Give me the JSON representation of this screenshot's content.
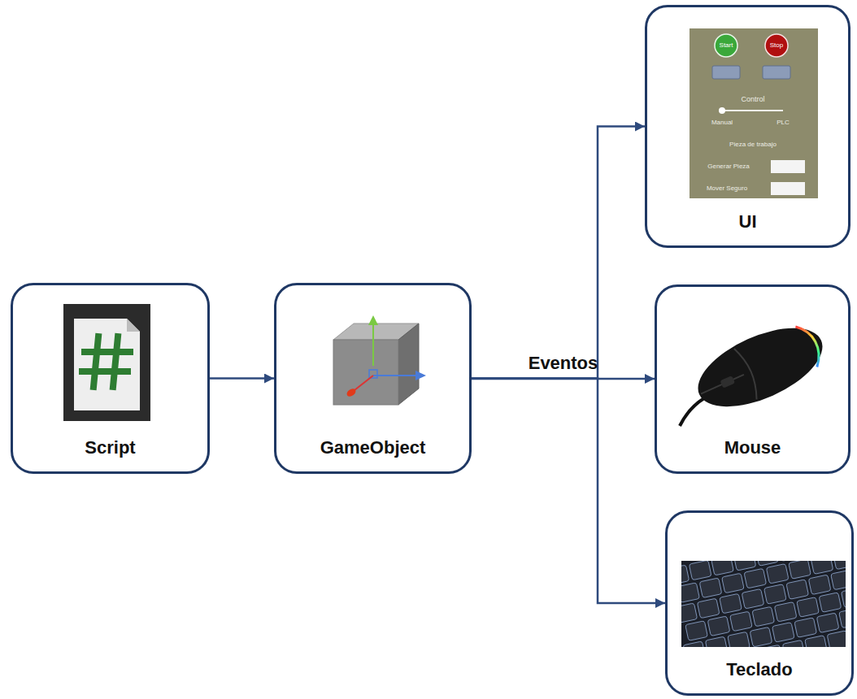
{
  "diagram": {
    "nodes": [
      {
        "text": [
          "Script"
        ]
      },
      {
        "text": [
          "GameObject"
        ]
      },
      {
        "text": [
          "UI"
        ]
      },
      {
        "text": [
          "Mouse"
        ]
      },
      {
        "text": [
          "Teclado"
        ]
      }
    ],
    "edges": [
      {
        "from": 0,
        "to": 1,
        "arrow": "to"
      },
      {
        "from": 1,
        "to": 2,
        "arrow": "to"
      },
      {
        "from": 1,
        "to": 3,
        "arrow": "to",
        "label": "Eventos"
      },
      {
        "from": 1,
        "to": 4,
        "arrow": "to"
      }
    ],
    "labels": [
      "Start",
      "Stop",
      "Control",
      "Manual",
      "PLC",
      "Pieza de trabajo",
      "Generar Pieza",
      "Mover Seguro"
    ]
  }
}
